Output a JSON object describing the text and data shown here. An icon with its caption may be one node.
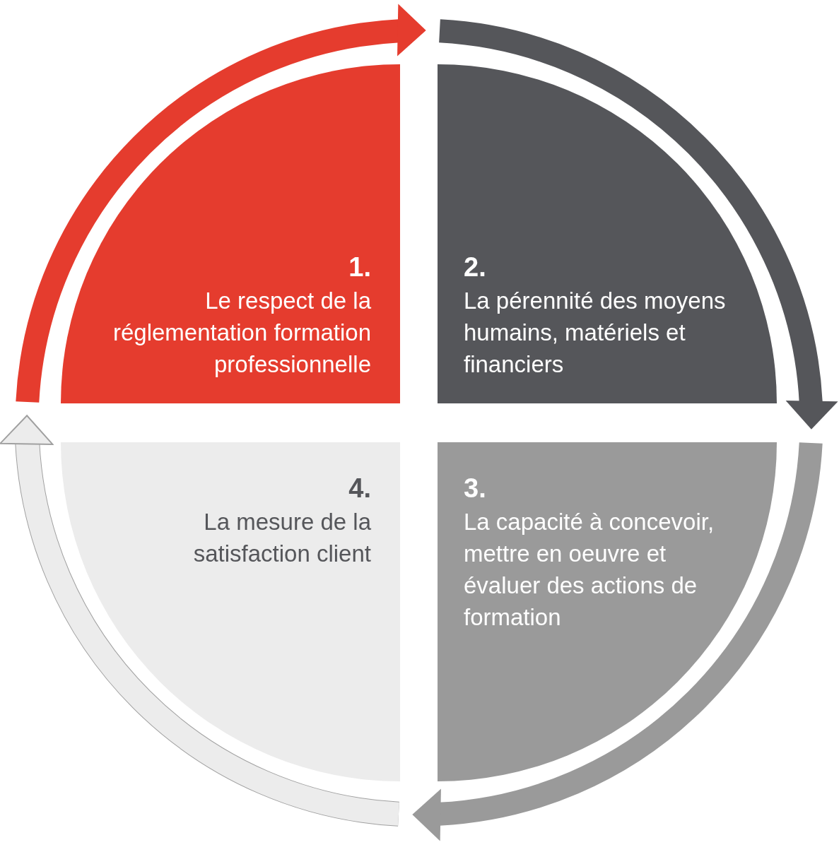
{
  "diagram": {
    "nodes": [
      {
        "text": [
          "1.",
          "Le respect de la réglementation formation professionnelle"
        ]
      },
      {
        "text": [
          "2.",
          "La pérennité des moyens humains, matériels et financiers"
        ]
      },
      {
        "text": [
          "3.",
          "La capacité à concevoir, mettre en oeuvre et évaluer des actions de formation"
        ]
      },
      {
        "text": [
          "4.",
          "La mesure de la satisfaction client"
        ]
      }
    ],
    "edges": [
      {
        "from": 0,
        "to": 1,
        "arrow": "to",
        "color": "#e53c2e"
      },
      {
        "from": 1,
        "to": 2,
        "arrow": "to",
        "color": "#55565a"
      },
      {
        "from": 2,
        "to": 3,
        "arrow": "to",
        "color": "#9a9a9a"
      },
      {
        "from": 3,
        "to": 0,
        "arrow": "to",
        "color": "#ececec"
      }
    ]
  }
}
